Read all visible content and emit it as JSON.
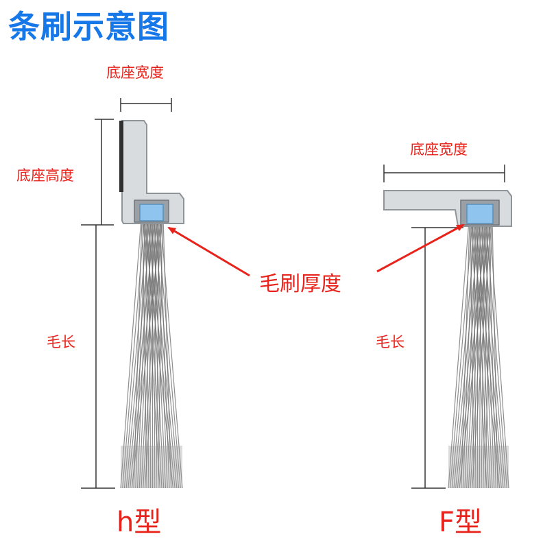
{
  "title": "条刷示意图",
  "colors": {
    "title": "#1677e8",
    "label": "#e8231b",
    "dimension_line": "#333333",
    "base_fill": "#d9dcdf",
    "base_stroke": "#8f9499",
    "insert_fill": "#8ec4ee",
    "bristle": "#707070"
  },
  "h_type": {
    "base_width": "底座宽度",
    "base_height": "底座高度",
    "bristle_length": "毛长",
    "type_label": "h型"
  },
  "callout": {
    "label": "毛刷厚度"
  },
  "f_type": {
    "base_width": "底座宽度",
    "bristle_length": "毛长",
    "type_label": "F型"
  }
}
